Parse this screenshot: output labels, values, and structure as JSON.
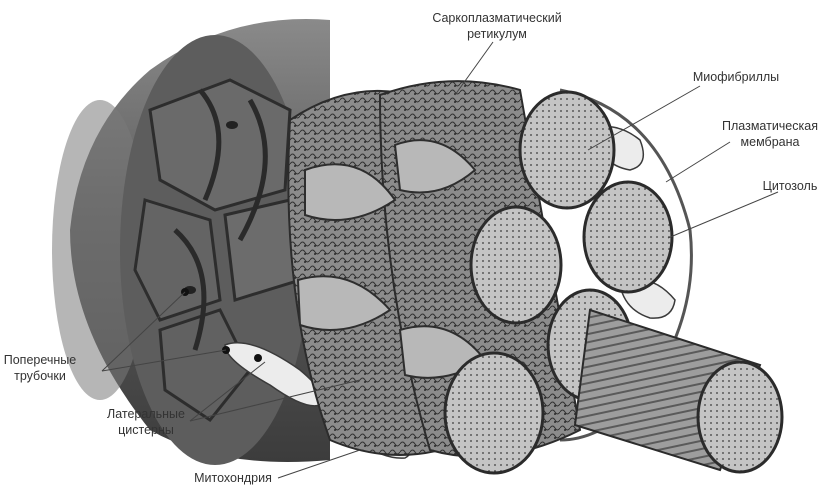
{
  "labels": {
    "sr_line1": "Саркоплазматический",
    "sr_line2": "ретикулум",
    "myofibrils": "Миофибриллы",
    "membrane_line1": "Плазматическая",
    "membrane_line2": "мембрана",
    "cytosol": "Цитозоль",
    "ttubules_line1": "Поперечные",
    "ttubules_line2": "трубочки",
    "lateral_line1": "Латеральные",
    "lateral_line2": "цистерны",
    "mitochondrion": "Митохондрия"
  },
  "colors": {
    "outer_cylinder": "#6f6f6f",
    "cut_face": "#9a9a9a",
    "myofibril": "#b8b8b8",
    "reticulum": "#8a8a8a",
    "mitochondria": "#e8e8e8",
    "leader_lines": "#444444"
  }
}
